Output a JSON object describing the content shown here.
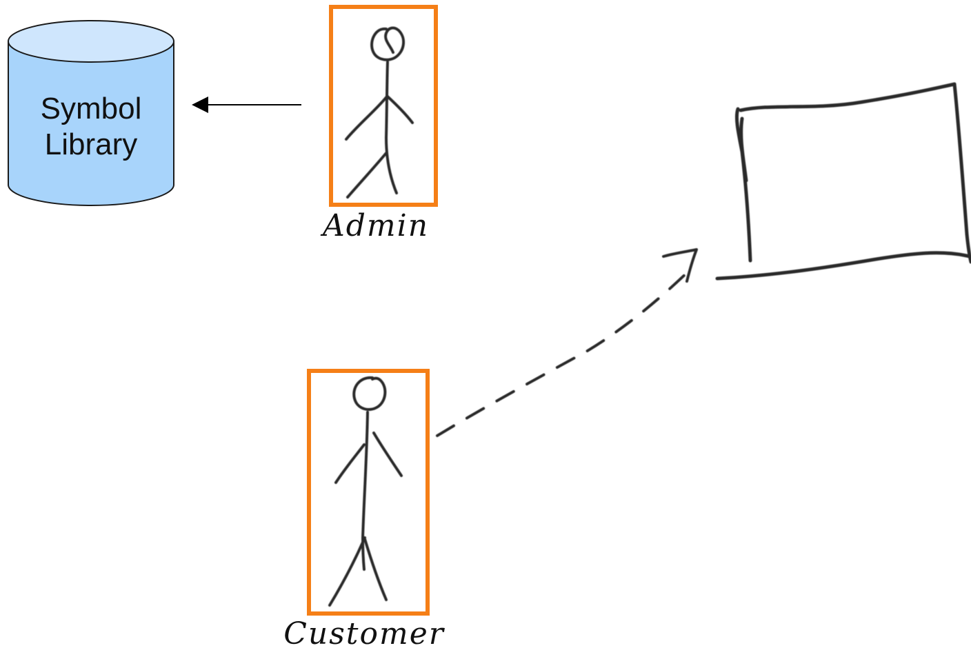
{
  "diagram": {
    "database": {
      "line1": "Symbol",
      "line2": "Library",
      "fill": "#a8d4fb",
      "top_fill": "#cfe6fd",
      "stroke": "#1a1a1a"
    },
    "actors": [
      {
        "label": "Admin"
      },
      {
        "label": "Customer"
      }
    ],
    "selection_color": "#f57f17"
  }
}
